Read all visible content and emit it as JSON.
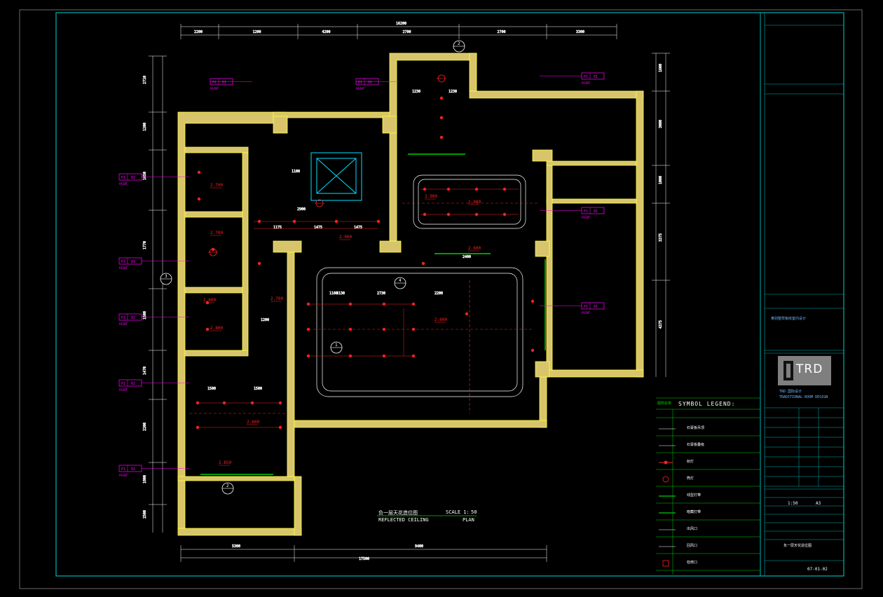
{
  "drawing": {
    "title_cn": "负一层天花造位图",
    "title_en": "REFLECTED CEILING",
    "title_en2": "PLAN",
    "scale_label": "SCALE 1:",
    "scale_value": "50",
    "overall_top_dim": "16200",
    "top_dims": [
      "2200",
      "1200",
      "4200",
      "2700",
      "2700",
      "3300"
    ],
    "bottom_dims": [
      "5300",
      "9400"
    ],
    "overall_bottom_dim": "17500",
    "left_dims": [
      "2710",
      "1200",
      "1650",
      "1770",
      "1500",
      "1470",
      "2200",
      "1800",
      "2500"
    ],
    "right_dims": [
      "1600",
      "3000",
      "1000",
      "3375",
      "4375"
    ],
    "elevations": [
      "2.700",
      "2.700",
      "2.900",
      "2.700",
      "2.600",
      "2.600",
      "2.800",
      "2.600",
      "2.850",
      "2.900",
      "2.900",
      "2.600"
    ],
    "interior_dims": [
      "1230",
      "1230",
      "1175",
      "1475",
      "1475",
      "1180",
      "2730",
      "2200",
      "2400",
      "1500",
      "1500",
      "1100",
      "3130",
      "1200",
      "2900"
    ]
  },
  "tags": {
    "p1_label": "P1",
    "codes": [
      "01",
      "02",
      "03",
      "02",
      "01",
      "01",
      "01",
      "01",
      "01",
      "01"
    ],
    "note": "PAINT"
  },
  "section_markers": [
    "2",
    "3",
    "4",
    "1",
    "2"
  ],
  "legend": {
    "title": "SYMBOL LEGEND:",
    "col_header": "图例名称",
    "items": [
      "石膏板吊顶",
      "石膏板叠级",
      "射灯",
      "筒灯",
      "线型灯带",
      "暗藏灯带",
      "出风口",
      "回风口",
      "检修口"
    ]
  },
  "title_block": {
    "project_cn": "某别墅样板房室内设计",
    "company_cn": "TRD 国际设计",
    "company_en": "TRADITIONAL ROOM DESIGN",
    "logo_text": "TRD",
    "scale": "1:50",
    "sheet_size": "A3",
    "drawing_name_cn": "负一层天花造位图",
    "drawing_no": "07-01-02"
  },
  "colors": {
    "wall_fill": "#d8c56b",
    "wall_line": "#ffff40",
    "dim_line": "#ffffff",
    "light_red": "#ff2020",
    "tag_magenta": "#ff00ff",
    "elevator_cyan": "#00e0ff",
    "border_cyan": "#00b0b0",
    "legend_green": "#00d000"
  }
}
